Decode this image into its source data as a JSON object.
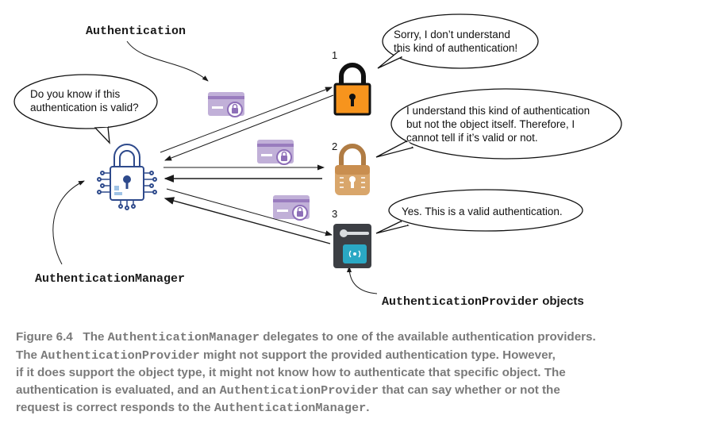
{
  "labels": {
    "authentication": "Authentication",
    "authentication_manager": "AuthenticationManager",
    "provider_mono": "AuthenticationProvider",
    "provider_suffix": " objects"
  },
  "bubbles": {
    "manager": [
      "Do you know if this",
      "authentication is valid?"
    ],
    "provider1": [
      "Sorry, I don’t understand",
      "this kind of authentication!"
    ],
    "provider2": [
      "I understand this kind of authentication",
      "but not the object itself. Therefore, I",
      "cannot tell if it’s valid or not."
    ],
    "provider3": [
      "Yes. This is a valid authentication."
    ]
  },
  "provider_numbers": [
    "1",
    "2",
    "3"
  ],
  "caption": {
    "fig": "Figure 6.4",
    "p1": "The ",
    "m1": "AuthenticationManager",
    "p2": " delegates to one of the available authentication providers.",
    "p3": "The ",
    "m2": "AuthenticationProvider",
    "p4": " might not support the provided authentication type. However,",
    "p5": "if it does support the object type, it might not know how to authenticate that specific object. The",
    "p6": "authentication is evaluated, and an ",
    "m3": "AuthenticationProvider",
    "p7": " that can say whether or not the",
    "p8": "request is correct responds to the ",
    "m4": "AuthenticationManager",
    "p9": "."
  },
  "colors": {
    "manager_blue": "#2e4a8c",
    "lock_orange": "#f7941d",
    "lock_tan": "#c9955c",
    "card_purple": "#8e6fb8",
    "door_teal": "#2aa8c4"
  }
}
